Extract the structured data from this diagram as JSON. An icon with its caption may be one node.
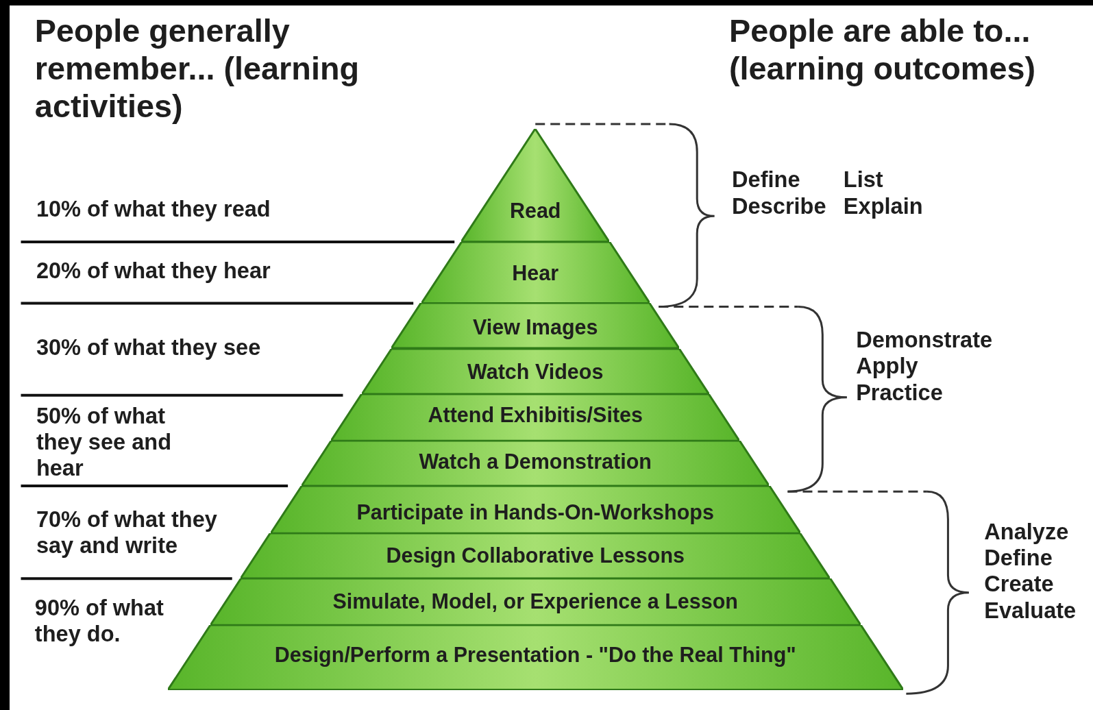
{
  "diagram": {
    "nodes": [
      {
        "text": [
          "Read"
        ]
      },
      {
        "text": [
          "Hear"
        ]
      },
      {
        "text": [
          "View Images"
        ]
      },
      {
        "text": [
          "Watch Videos"
        ]
      },
      {
        "text": [
          "Attend Exhibitis/Sites"
        ]
      },
      {
        "text": [
          "Watch a Demonstration"
        ]
      },
      {
        "text": [
          "Participate in Hands-On-Workshops"
        ]
      },
      {
        "text": [
          "Design Collaborative Lessons"
        ]
      },
      {
        "text": [
          "Simulate, Model, or Experience a Lesson"
        ]
      },
      {
        "text": [
          "Design/Perform a Presentation - \"Do the Real Thing\""
        ]
      }
    ],
    "edges": [],
    "labels": [
      "People generally remember... (learning activities)",
      "People are able to... (learning outcomes)",
      "10% of what they read",
      "Define",
      "List",
      "Describe",
      "Explain",
      "20% of what they hear",
      "30% of what they see",
      "Demonstrate",
      "Apply",
      "Practice",
      "50% of what they see and hear",
      "70% of what they say and write",
      "Analyze",
      "Define",
      "Create",
      "Evaluate",
      "90% of what they do."
    ]
  }
}
